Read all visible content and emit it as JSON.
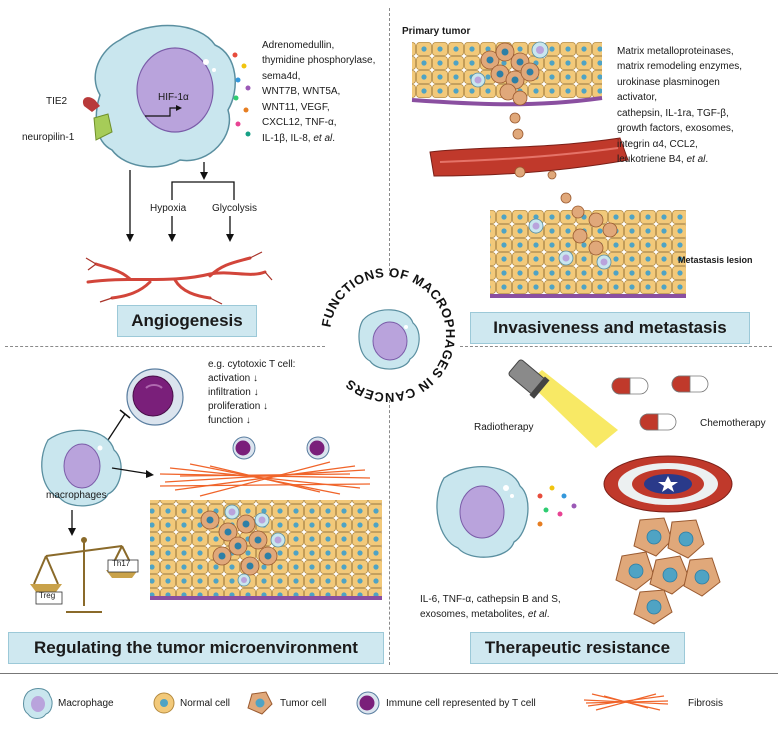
{
  "center_title": "FUNCTIONS OF MACROPHAGES IN CANCERS",
  "angiogenesis": {
    "title": "Angiogenesis",
    "factors": "Adrenomedullin,\nthymidine phosphorylase,\nsema4d,\nWNT7B, WNT5A,\nWNT11, VEGF,\nCXCL12, TNF-α,\nIL-1β, IL-8,",
    "factors_etal": "et al",
    "factors_end": ".",
    "tie2": "TIE2",
    "neuropilin": "neuropilin-1",
    "hif": "HIF-1α",
    "hypoxia": "Hypoxia",
    "glycolysis": "Glycolysis"
  },
  "metastasis": {
    "title": "Invasiveness and metastasis",
    "primary_tumor": "Primary tumor",
    "metastasis_lesion": "Metastasis lesion",
    "factors": "Matrix metalloproteinases,\nmatrix remodeling enzymes,\nurokinase plasminogen\nactivator,\ncathepsin, IL-1ra, TGF-β,\ngrowth factors, exosomes,\nintegrin α4, CCL2,\nleukotriene B4,",
    "factors_etal": "et al",
    "factors_end": "."
  },
  "microenvironment": {
    "title": "Regulating the tumor microenvironment",
    "tcell_effects": "e.g. cytotoxic T cell:\nactivation ↓\ninfiltration ↓\nproliferation ↓\nfunction ↓",
    "macrophages": "macrophages",
    "treg": "Treg",
    "th17": "Th17"
  },
  "resistance": {
    "title": "Therapeutic resistance",
    "radiotherapy": "Radiotherapy",
    "chemotherapy": "Chemotherapy",
    "factors": "IL-6, TNF-α, cathepsin B and S,\nexosomes, metabolites,",
    "factors_etal": "et al",
    "factors_end": "."
  },
  "legend": {
    "macrophage": "Macrophage",
    "normal_cell": "Normal cell",
    "tumor_cell": "Tumor cell",
    "immune_cell": "Immune cell represented by T cell",
    "fibrosis": "Fibrosis"
  },
  "colors": {
    "title_box": "#cfe8f0",
    "macrophage_body": "#c9e6ee",
    "macrophage_nucleus": "#b9a3dc",
    "normal_cell": "#f2c97a",
    "tumor_cell": "#e0a87a",
    "tcell": "#7a1f7a",
    "fibrosis": "#f0642a",
    "vessel": "#c0392b"
  }
}
